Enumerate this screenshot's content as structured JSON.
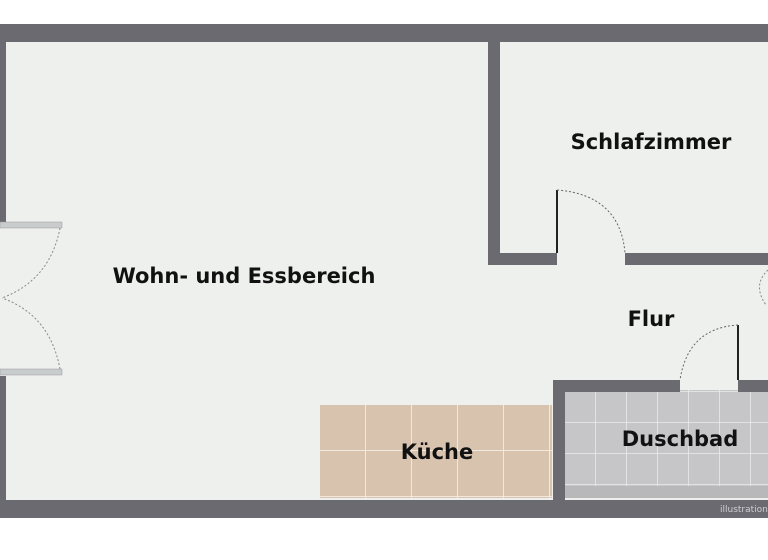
{
  "rooms": {
    "living": "Wohn- und Essbereich",
    "bedroom": "Schlafzimmer",
    "hall": "Flur",
    "kitchen": "Küche",
    "bathroom": "Duschbad"
  },
  "watermark": "illustration©",
  "colors": {
    "wall": "#6a6a70",
    "floor": "#eef0ee",
    "kitchen_tile": "#d8c3ae",
    "bath_tile": "#c8c8ca"
  }
}
